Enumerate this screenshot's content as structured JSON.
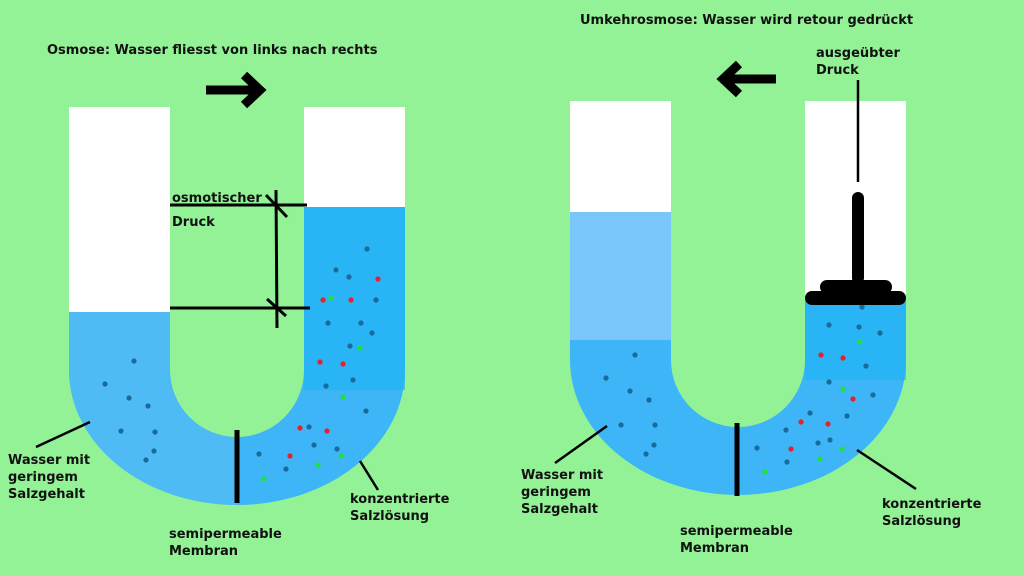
{
  "left_panel": {
    "title": "Osmose: Wasser fliesst von links nach rechts",
    "arrow_direction": "right",
    "osmotic_pressure_label": "osmotischer\nDruck",
    "fresh_water_label": "Wasser mit\ngeringem\nSalzgehalt",
    "membrane_label": "semipermeable\nMembran",
    "salt_solution_label": "konzentrierte\nSalzlösung"
  },
  "right_panel": {
    "title": "Umkehrosmose: Wasser wird retour gedrückt",
    "arrow_direction": "left",
    "applied_pressure_label": "ausgeübter\nDruck",
    "fresh_water_label": "Wasser mit\ngeringem\nSalzgehalt",
    "membrane_label": "semipermeable\nMembran",
    "salt_solution_label": "konzentrierte\nSalzlösung"
  },
  "colors": {
    "background": "#94f296",
    "tube_empty": "#ffffff",
    "water": "#4db8f5",
    "salt_water": "#1ab4f5",
    "fresh_water_light": "#7fc8f8",
    "particle_water": "#1a6a9a",
    "particle_red": "#e8202a",
    "particle_green": "#20e040",
    "ink": "#000000"
  }
}
